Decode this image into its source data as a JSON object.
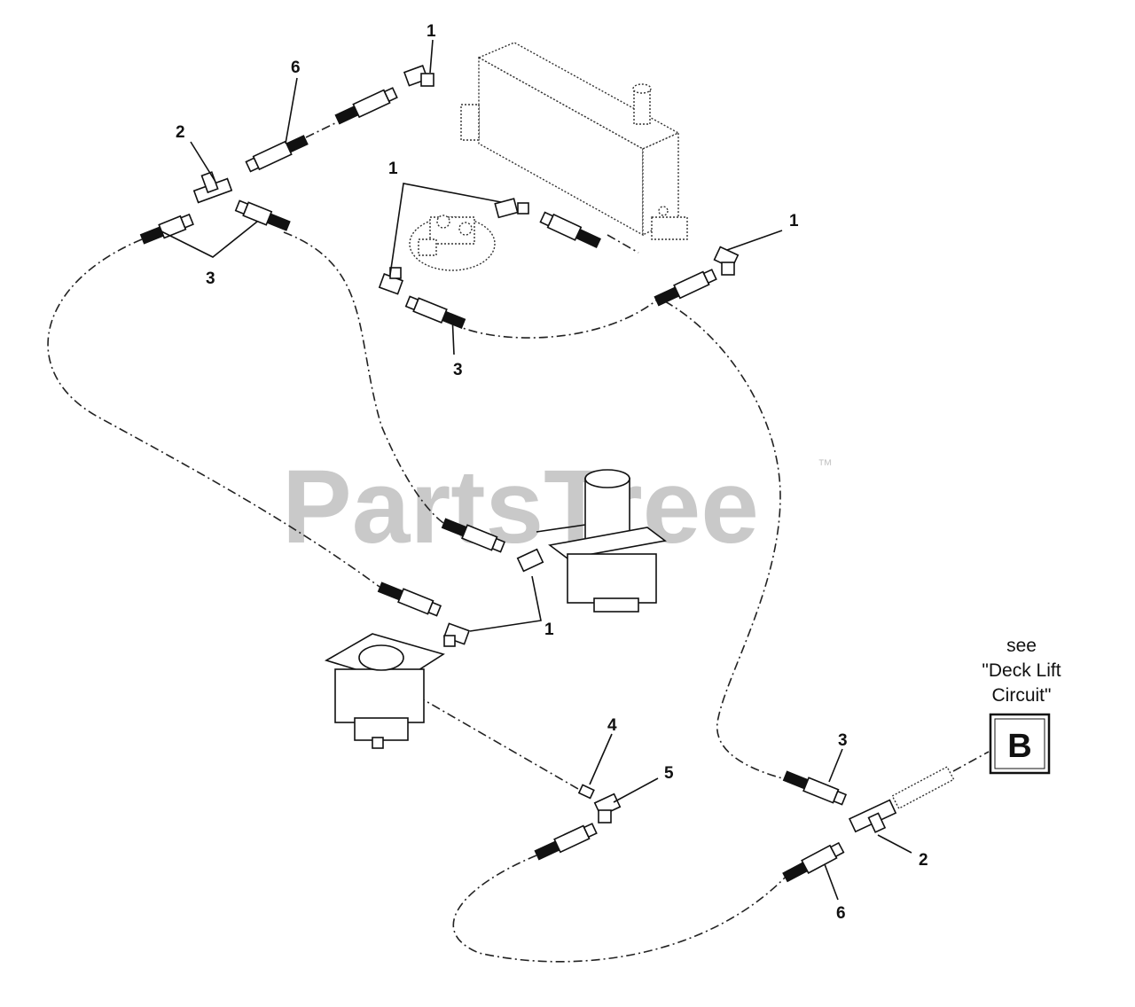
{
  "watermark": {
    "text": "PartsTree",
    "trademark": "™"
  },
  "callouts": {
    "c1_top": "1",
    "c1_mid": "1",
    "c1_right": "1",
    "c1_bottom": "1",
    "c2_left": "2",
    "c2_right": "2",
    "c3_left": "3",
    "c3_mid": "3",
    "c3_right": "3",
    "c4": "4",
    "c5": "5",
    "c6_top": "6",
    "c6_bottom": "6"
  },
  "note": {
    "line1": "see",
    "line2": "\"Deck Lift",
    "line3": "Circuit\""
  },
  "ref_box": {
    "letter": "B"
  }
}
